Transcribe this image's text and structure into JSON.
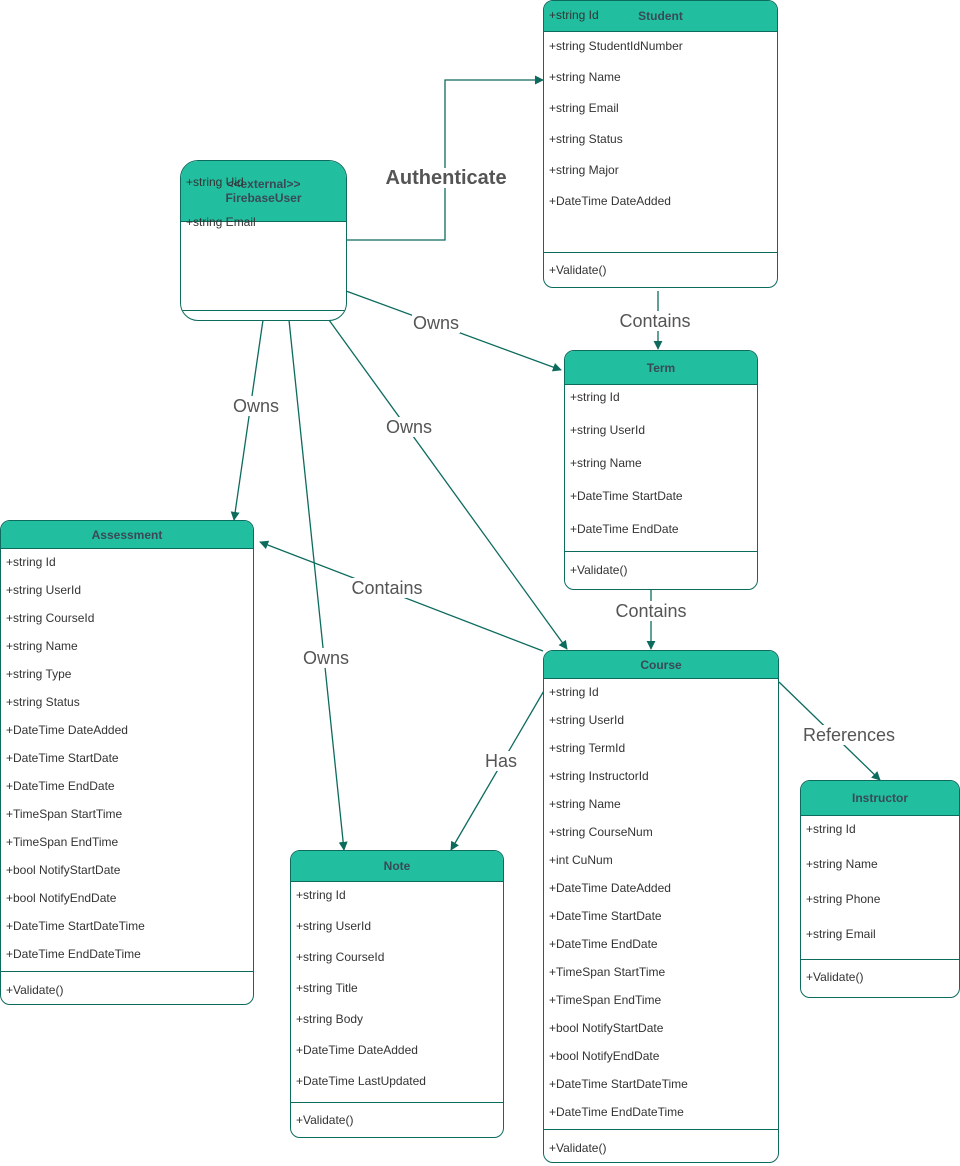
{
  "colors": {
    "header": "#21bea0",
    "border": "#0d6b5e",
    "edge": "#0d6b5e",
    "text": "#333333"
  },
  "classes": {
    "firebase_user": {
      "stereotype": "<<external>>",
      "title": "FirebaseUser",
      "attributes": [
        "+string Uid",
        "+string Email"
      ],
      "methods": []
    },
    "student": {
      "title": "Student",
      "attributes": [
        "+string Id",
        "+string StudentIdNumber",
        "+string Name",
        "+string Email",
        "+string Status",
        "+string Major",
        "+DateTime DateAdded"
      ],
      "methods": [
        "+Validate()"
      ]
    },
    "term": {
      "title": "Term",
      "attributes": [
        "+string Id",
        "+string UserId",
        "+string Name",
        "+DateTime StartDate",
        "+DateTime EndDate"
      ],
      "methods": [
        "+Validate()"
      ]
    },
    "assessment": {
      "title": "Assessment",
      "attributes": [
        "+string Id",
        "+string UserId",
        "+string CourseId",
        "+string Name",
        "+string Type",
        "+string Status",
        "+DateTime DateAdded",
        "+DateTime StartDate",
        "+DateTime EndDate",
        "+TimeSpan StartTime",
        "+TimeSpan EndTime",
        "+bool NotifyStartDate",
        "+bool NotifyEndDate",
        "+DateTime StartDateTime",
        "+DateTime EndDateTime"
      ],
      "methods": [
        "+Validate()"
      ]
    },
    "course": {
      "title": "Course",
      "attributes": [
        "+string Id",
        "+string UserId",
        "+string TermId",
        "+string InstructorId",
        "+string Name",
        "+string CourseNum",
        "+int CuNum",
        "+DateTime DateAdded",
        "+DateTime StartDate",
        "+DateTime EndDate",
        "+TimeSpan StartTime",
        "+TimeSpan EndTime",
        "+bool NotifyStartDate",
        "+bool NotifyEndDate",
        "+DateTime StartDateTime",
        "+DateTime EndDateTime"
      ],
      "methods": [
        "+Validate()"
      ]
    },
    "note": {
      "title": "Note",
      "attributes": [
        "+string Id",
        "+string UserId",
        "+string CourseId",
        "+string Title",
        "+string Body",
        "+DateTime DateAdded",
        "+DateTime LastUpdated"
      ],
      "methods": [
        "+Validate()"
      ]
    },
    "instructor": {
      "title": "Instructor",
      "attributes": [
        "+string Id",
        "+string Name",
        "+string Phone",
        "+string Email"
      ],
      "methods": [
        "+Validate()"
      ]
    }
  },
  "relations": {
    "authenticate": "Authenticate",
    "student_term": "Contains",
    "user_term": "Owns",
    "user_assessment": "Owns",
    "user_course": "Owns",
    "user_note": "Owns",
    "course_assessment": "Contains",
    "term_course": "Contains",
    "course_note": "Has",
    "course_instructor": "References"
  }
}
